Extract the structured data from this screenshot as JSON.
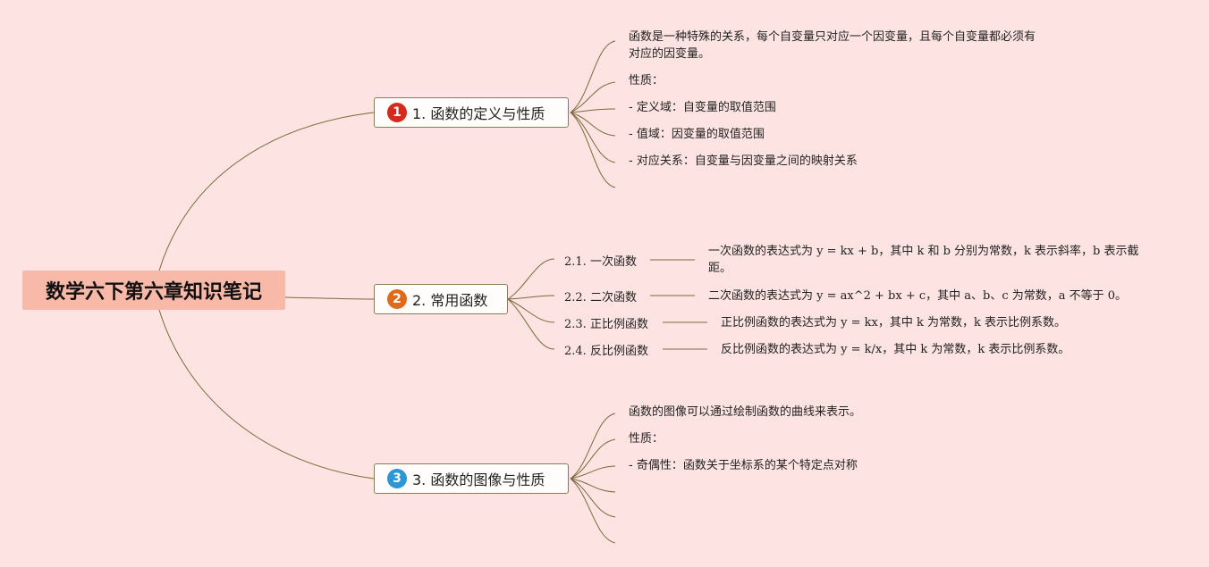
{
  "root": {
    "title": "数学六下第六章知识笔记"
  },
  "branches": [
    {
      "badge": "1",
      "badge_color": "#d32a1c",
      "label": "1. 函数的定义与性质",
      "leaves": [
        "函数是一种特殊的关系，每个自变量只对应一个因变量，且每个自变量都必须有",
        "对应的因变量。",
        "性质：",
        "- 定义域：自变量的取值范围",
        "- 值域：因变量的取值范围",
        "- 对应关系：自变量与因变量之间的映射关系"
      ]
    },
    {
      "badge": "2",
      "badge_color": "#e06a1b",
      "label": "2. 常用函数",
      "subs": [
        {
          "label": "2.1. 一次函数",
          "desc": "一次函数的表达式为 y = kx + b，其中 k 和 b 分别为常数，k 表示斜率，b 表示截距。"
        },
        {
          "label": "2.2. 二次函数",
          "desc": "二次函数的表达式为 y = ax^2 + bx + c，其中 a、b、c 为常数，a 不等于 0。"
        },
        {
          "label": "2.3. 正比例函数",
          "desc": "正比例函数的表达式为 y = kx，其中 k 为常数，k 表示比例系数。"
        },
        {
          "label": "2.4. 反比例函数",
          "desc": "反比例函数的表达式为 y = k/x，其中 k 为常数，k 表示比例系数。"
        }
      ]
    },
    {
      "badge": "3",
      "badge_color": "#2b97d6",
      "label": "3. 函数的图像与性质",
      "leaves": [
        "函数的图像可以通过绘制函数的曲线来表示。",
        "性质：",
        "- 奇偶性：函数关于坐标系的某个特定点对称"
      ]
    }
  ]
}
